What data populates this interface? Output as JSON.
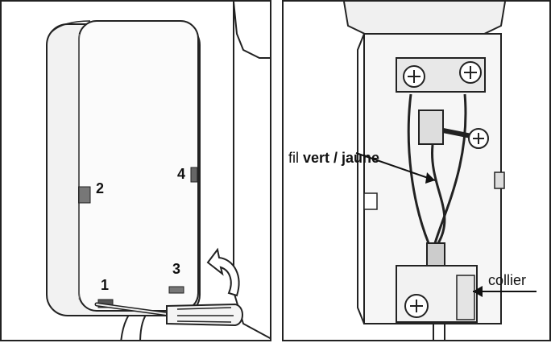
{
  "left_panel": {
    "markers": [
      "1",
      "2",
      "3",
      "4"
    ]
  },
  "right_panel": {
    "label_wire_prefix": "fil",
    "label_wire_bold": "vert / jaune",
    "label_collar": "collier"
  }
}
